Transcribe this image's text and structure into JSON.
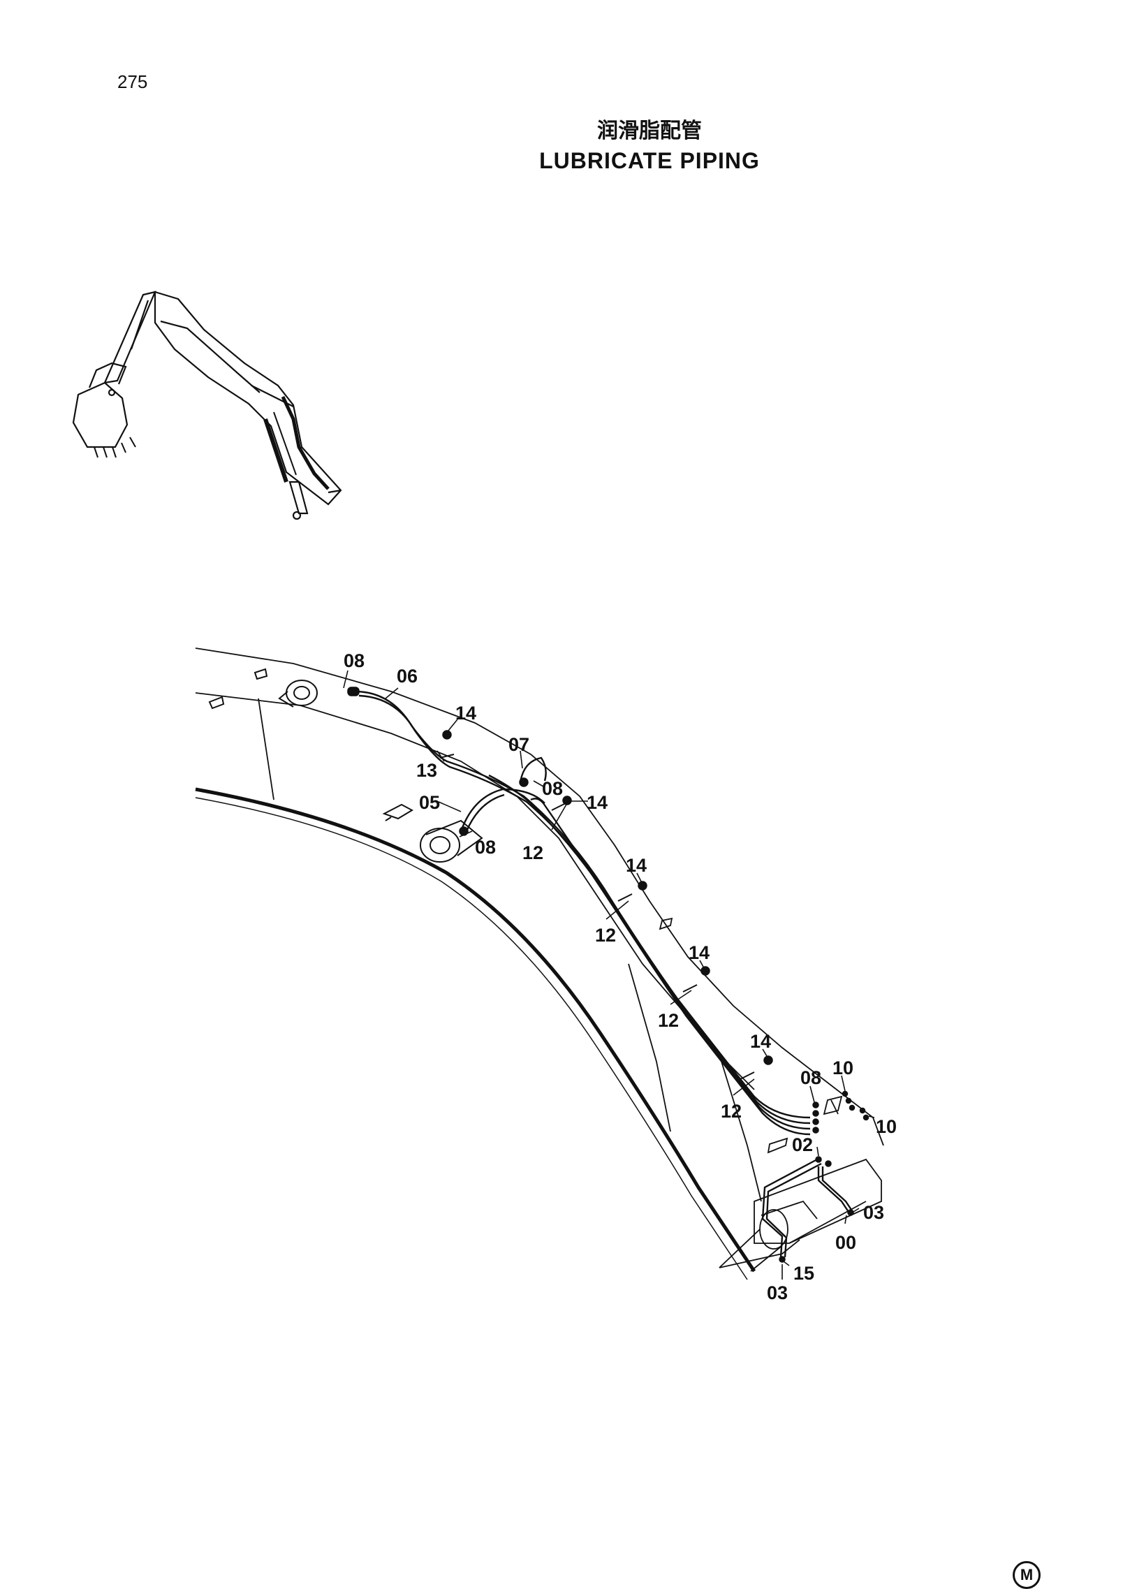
{
  "page_number": "275",
  "title": {
    "chinese": "润滑脂配管",
    "english": "LUBRICATE PIPING"
  },
  "callouts": {
    "c01": "08",
    "c02": "06",
    "c03": "14",
    "c04": "07",
    "c05": "13",
    "c06": "08",
    "c07": "14",
    "c08": "05",
    "c09": "08",
    "c10": "12",
    "c11": "14",
    "c12": "12",
    "c13": "14",
    "c14": "12",
    "c15": "14",
    "c16": "08",
    "c17": "10",
    "c18": "10",
    "c19": "12",
    "c20": "02",
    "c21": "03",
    "c22": "00",
    "c23": "15",
    "c24": "03"
  },
  "corner_mark": "M"
}
